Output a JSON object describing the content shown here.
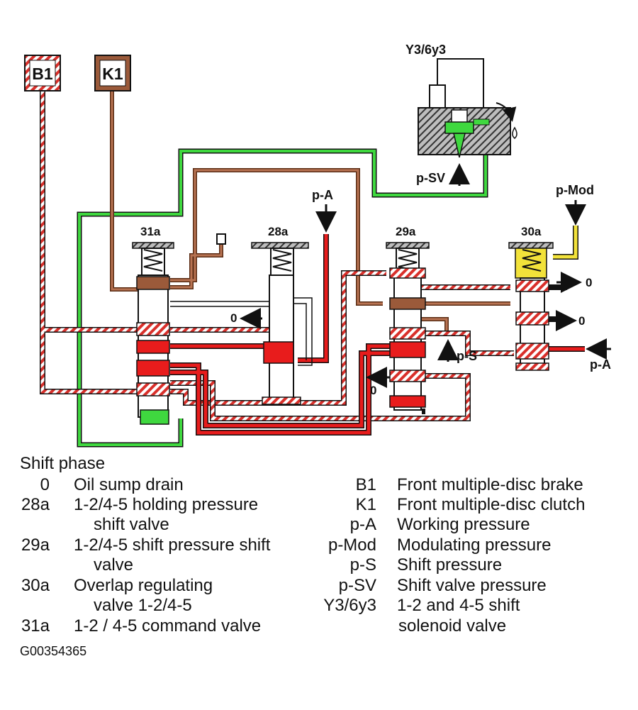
{
  "diagram": {
    "boxes": {
      "b1": "B1",
      "k1": "K1"
    },
    "labels": {
      "solenoid": "Y3/6y3",
      "p_sv": "p-SV",
      "p_mod": "p-Mod",
      "p_a_top": "p-A",
      "p_a_right": "p-A",
      "p_s": "p-S",
      "v31a": "31a",
      "v28a": "28a",
      "v29a": "29a",
      "v30a": "30a",
      "zero_28a": "0",
      "zero_29a": "0",
      "zero_30a_top": "0",
      "zero_30a_mid": "0"
    },
    "colors": {
      "green": "#3fd83f",
      "brown": "#9b5a3a",
      "red": "#e81c1c",
      "yellow": "#f2e23a",
      "hatch_white": "#ffffff",
      "gray": "#c8c8c8"
    }
  },
  "legend": {
    "title": "Shift phase",
    "left": [
      {
        "code": "0",
        "line1": "Oil sump drain",
        "line2": ""
      },
      {
        "code": "28a",
        "line1": "1-2/4-5 holding pressure",
        "line2": "shift valve"
      },
      {
        "code": "29a",
        "line1": "1-2/4-5 shift pressure shift",
        "line2": "valve"
      },
      {
        "code": "30a",
        "line1": "Overlap regulating",
        "line2": "valve 1-2/4-5"
      },
      {
        "code": "31a",
        "line1": "1-2 / 4-5 command valve",
        "line2": ""
      }
    ],
    "right": [
      {
        "code": "B1",
        "line1": "Front multiple-disc brake",
        "line2": ""
      },
      {
        "code": "K1",
        "line1": "Front multiple-disc clutch",
        "line2": ""
      },
      {
        "code": "p-A",
        "line1": "Working pressure",
        "line2": ""
      },
      {
        "code": "p-Mod",
        "line1": "Modulating pressure",
        "line2": ""
      },
      {
        "code": "p-S",
        "line1": "Shift pressure",
        "line2": ""
      },
      {
        "code": "p-SV",
        "line1": "Shift valve pressure",
        "line2": ""
      },
      {
        "code": "Y3/6y3",
        "line1": "1-2 and 4-5 shift",
        "line2": "solenoid valve"
      }
    ],
    "figure_id": "G00354365"
  }
}
